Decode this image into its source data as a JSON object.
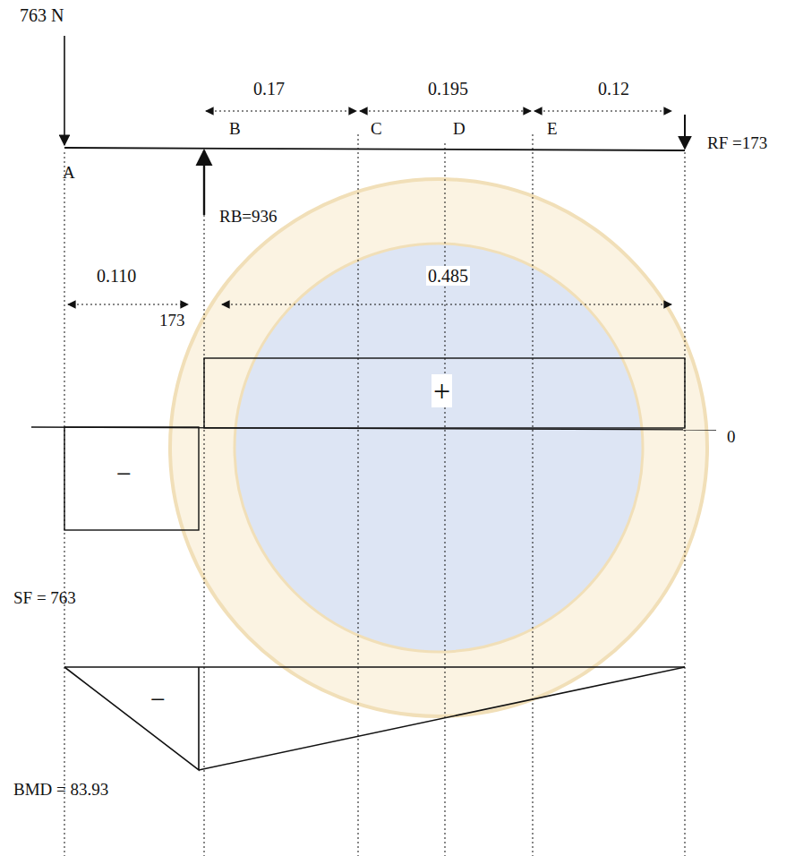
{
  "diagram": {
    "labels": [
      "763 N",
      "0.17",
      "0.195",
      "0.12",
      "B",
      "C",
      "D",
      "E",
      "RF =173",
      "A",
      "RB=936",
      "0.110",
      "173",
      "0.485",
      "+",
      "−",
      "0",
      "SF = 763",
      "−",
      "BMD = 83.93"
    ]
  }
}
